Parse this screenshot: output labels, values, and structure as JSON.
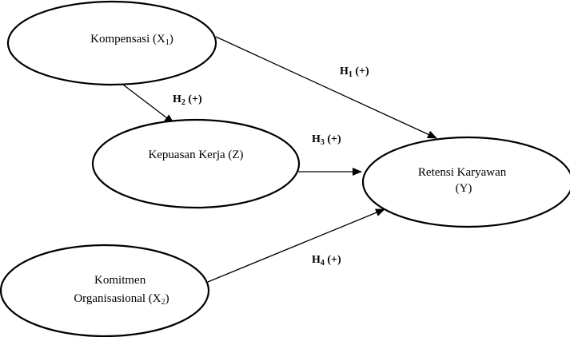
{
  "nodes": {
    "x1": {
      "lines": [
        [
          "Kompensasi (X",
          "1",
          ")"
        ]
      ]
    },
    "z": {
      "lines": [
        [
          "Kepuasan Kerja (Z)",
          "",
          ""
        ]
      ]
    },
    "y": {
      "lines": [
        [
          "Retensi Karyawan",
          "",
          ""
        ],
        [
          "(Y)",
          "",
          ""
        ]
      ]
    },
    "x2": {
      "lines": [
        [
          "Komitmen",
          "",
          ""
        ],
        [
          "Organisasional (X",
          "2",
          ")"
        ]
      ]
    }
  },
  "edges": {
    "h1": {
      "label": "H",
      "sub": "1",
      "sign": " (+)"
    },
    "h2": {
      "label": "H",
      "sub": "2",
      "sign": " (+)"
    },
    "h3": {
      "label": "H",
      "sub": "3",
      "sign": " (+)"
    },
    "h4": {
      "label": "H",
      "sub": "4",
      "sign": " (+)"
    }
  },
  "colors": {
    "stroke": "#000000",
    "background": "#ffffff"
  }
}
